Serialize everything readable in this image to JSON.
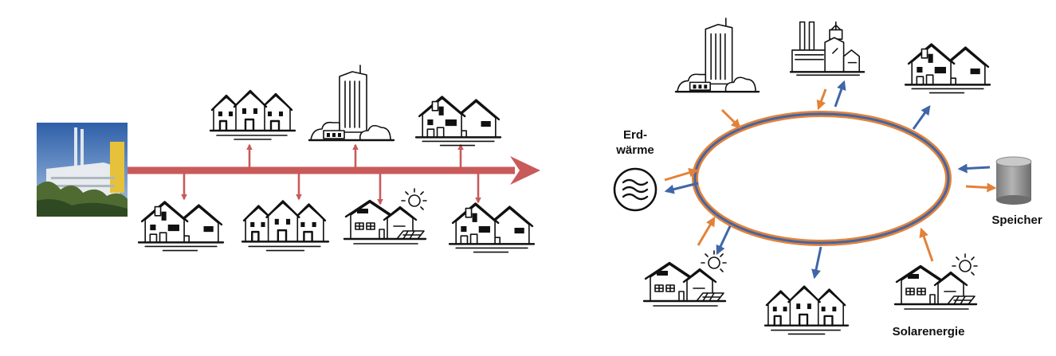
{
  "colors": {
    "district_pipe": "#c95a5a",
    "ring_outer": "#e2823a",
    "ring_inner": "#3f66a8",
    "arrow_supply": "#e2823a",
    "arrow_return": "#3f66a8",
    "storage_tank": "#8d8d8d"
  },
  "left_diagram": {
    "source_icon": "power-plant-photo",
    "branches": {
      "above": [
        "row-houses-icon",
        "office-tower-icon",
        "house-pair-icon"
      ],
      "below": [
        "house-pair-icon",
        "row-houses-icon",
        "solar-house-icon",
        "house-pair-icon"
      ]
    }
  },
  "right_diagram": {
    "geothermal_label_line1": "Erd-",
    "geothermal_label_line2": "wärme",
    "storage_label": "Speicher",
    "solar_label": "Solarenergie",
    "consumers": [
      "office-tower-icon",
      "factory-icon",
      "house-pair-icon",
      "solar-house-icon",
      "row-houses-icon"
    ]
  }
}
